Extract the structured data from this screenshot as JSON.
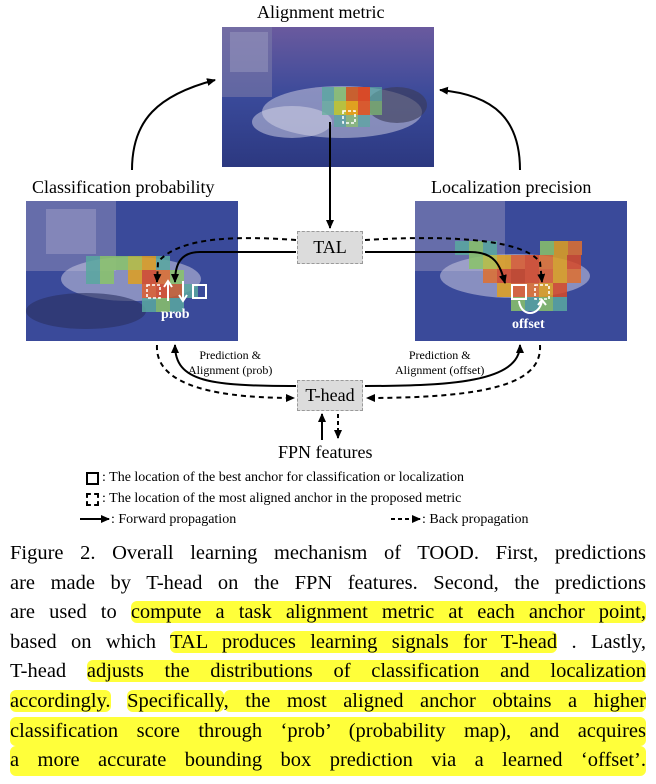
{
  "figure": {
    "titles": {
      "alignment": "Alignment metric",
      "classification": "Classification probability",
      "localization": "Localization precision"
    },
    "tal": "TAL",
    "thead": "T-head",
    "fpn": "FPN features",
    "pred_left": [
      "Prediction &",
      "Alignment (prob)"
    ],
    "pred_right": [
      "Prediction &",
      "Alignment (offset)"
    ],
    "prob": "prob",
    "offset": "offset",
    "legend": {
      "best_anchor": ": The location of the best anchor for classification or localization",
      "aligned_anchor": ": The location of the most aligned anchor in the proposed metric",
      "forward": ": Forward propagation",
      "back": ": Back propagation"
    },
    "colors": {
      "tal_box": "#dcdcdc",
      "highlight": "#ffff3a",
      "image_tint": "#3a4a9a"
    }
  },
  "caption": {
    "lines": [
      [
        "Figure 2. Overall learning mechanism of TOOD. First, predictions"
      ],
      [
        "are made by T-head on the FPN features. Second, the predictions"
      ],
      [
        "are used to",
        "compute a task alignment metric at each anchor point,"
      ],
      [
        "based on which",
        "TAL produces learning signals for T-head",
        " . Lastly,"
      ],
      [
        "T-head",
        "adjusts the distributions of classification and localization"
      ],
      [
        "accordingly.",
        "Specifically",
        ", the most aligned anchor obtains a higher"
      ],
      [
        "classification score through ‘prob’ (probability map), and acquires"
      ],
      [
        "a more accurate bounding box prediction via a learned ‘offset’."
      ]
    ]
  }
}
